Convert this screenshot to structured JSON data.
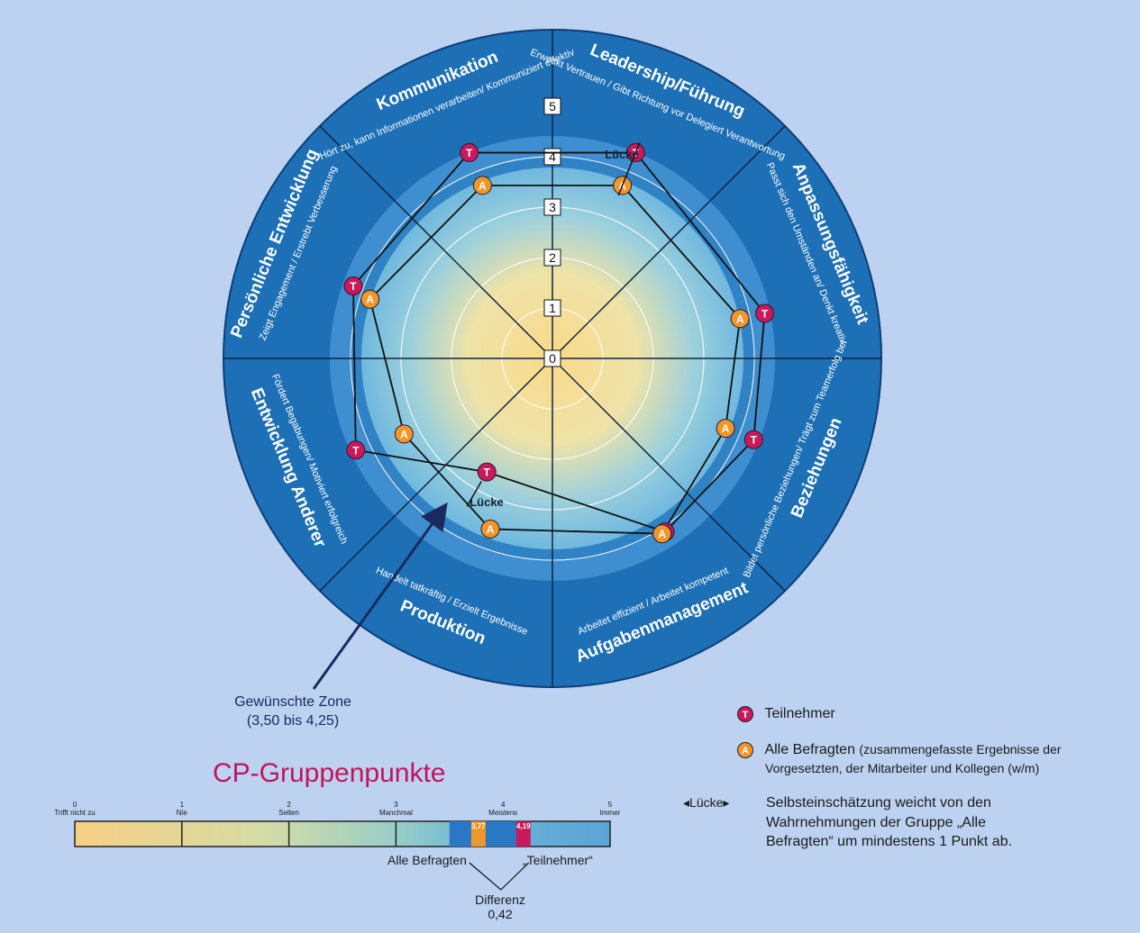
{
  "chart_data": [
    {
      "type": "radar",
      "segments": [
        {
          "title": "Kommunikation",
          "subtitle": "Hört zu, kann Informationen verarbeiten/ Kommuniziert effektiv"
        },
        {
          "title": "Leadership/Führung",
          "subtitle": "Erweckt Vertrauen / Gibt Richtung vor Delegiert Verantwortung"
        },
        {
          "title": "Anpassungsfähigkeit",
          "subtitle": "Passt sich den Umständen an/ Denkt kreativ"
        },
        {
          "title": "Beziehungen",
          "subtitle": "Bildet persönliche Beziehungen/ Trägt zum Teamerfolg bei"
        },
        {
          "title": "Aufgabenmanagement",
          "subtitle": "Arbeitet effizient / Arbeitet kompetent"
        },
        {
          "title": "Produktion",
          "subtitle": "Handelt tatkräftig / Erzielt Ergebnisse"
        },
        {
          "title": "Entwicklung Anderer",
          "subtitle": "Fördert Begabungen/ Motiviert erfolgreich"
        },
        {
          "title": "Persönliche Entwicklung",
          "subtitle": "Zeigt Engagement / Erstrebt Verbesserung"
        }
      ],
      "scale_ticks": [
        "0",
        "1",
        "2",
        "3",
        "4",
        "5"
      ],
      "desired_zone": [
        3.5,
        4.25
      ],
      "series": [
        {
          "name": "Teilnehmer",
          "marker": "T",
          "color": "#c8195a",
          "points": [
            {
              "angle": -22,
              "value": 4.4
            },
            {
              "angle": 22,
              "value": 4.4
            },
            {
              "angle": 78,
              "value": 4.3
            },
            {
              "angle": 112,
              "value": 4.3
            },
            {
              "angle": 147,
              "value": 4.1
            },
            {
              "angle": 210,
              "value": 2.6
            },
            {
              "angle": 245,
              "value": 4.3
            },
            {
              "angle": 290,
              "value": 4.2
            }
          ]
        },
        {
          "name": "Alle Befragten",
          "marker": "A",
          "color": "#f0962a",
          "points": [
            {
              "angle": -22,
              "value": 3.7
            },
            {
              "angle": 22,
              "value": 3.7
            },
            {
              "angle": 78,
              "value": 3.8
            },
            {
              "angle": 112,
              "value": 3.7
            },
            {
              "angle": 148,
              "value": 4.1
            },
            {
              "angle": 200,
              "value": 3.6
            },
            {
              "angle": 243,
              "value": 3.3
            },
            {
              "angle": 288,
              "value": 3.8
            }
          ]
        }
      ],
      "gap_label": "Lücke"
    },
    {
      "type": "bar",
      "title": "CP-Gruppenpunkte",
      "scale": [
        {
          "value": 0,
          "label": "Trifft nicht zu"
        },
        {
          "value": 1,
          "label": "Nie"
        },
        {
          "value": 2,
          "label": "Selten"
        },
        {
          "value": 3,
          "label": "Manchmal"
        },
        {
          "value": 4,
          "label": "Meistens"
        },
        {
          "value": 5,
          "label": "Immer"
        }
      ],
      "markers": [
        {
          "name": "Alle Befragten",
          "value": 3.77,
          "label": "3,77",
          "color": "#f0962a"
        },
        {
          "name": "„Teilnehmer“",
          "value": 4.19,
          "label": "4,19",
          "color": "#c8195a"
        }
      ],
      "difference_label": "Differenz",
      "difference_value": "0,42"
    }
  ],
  "zone_annotation": {
    "line1": "Gewünschte Zone",
    "line2": "(3,50 bis 4,25)"
  },
  "legend": {
    "teilnehmer": {
      "marker": "T",
      "label": "Teilnehmer"
    },
    "befragten": {
      "marker": "A",
      "label": "Alle Befragten",
      "note": "(zusammengefasste Ergebnisse der",
      "note2": "Vorgesetzten, der Mitarbeiter und Kollegen (w/m)"
    },
    "luecke": {
      "label": "Lücke",
      "text1": "Selbsteinschätzung weicht von den",
      "text2": "Wahrnehmungen der Gruppe „Alle",
      "text3": "Befragten“ um mindestens 1 Punkt ab."
    }
  },
  "colors": {
    "outer_ring": "#1d6fb6",
    "zone_ring": "#3f8fd0",
    "center": "#f8d88a",
    "teilnehmer": "#c8195a",
    "befragten": "#f0962a"
  }
}
